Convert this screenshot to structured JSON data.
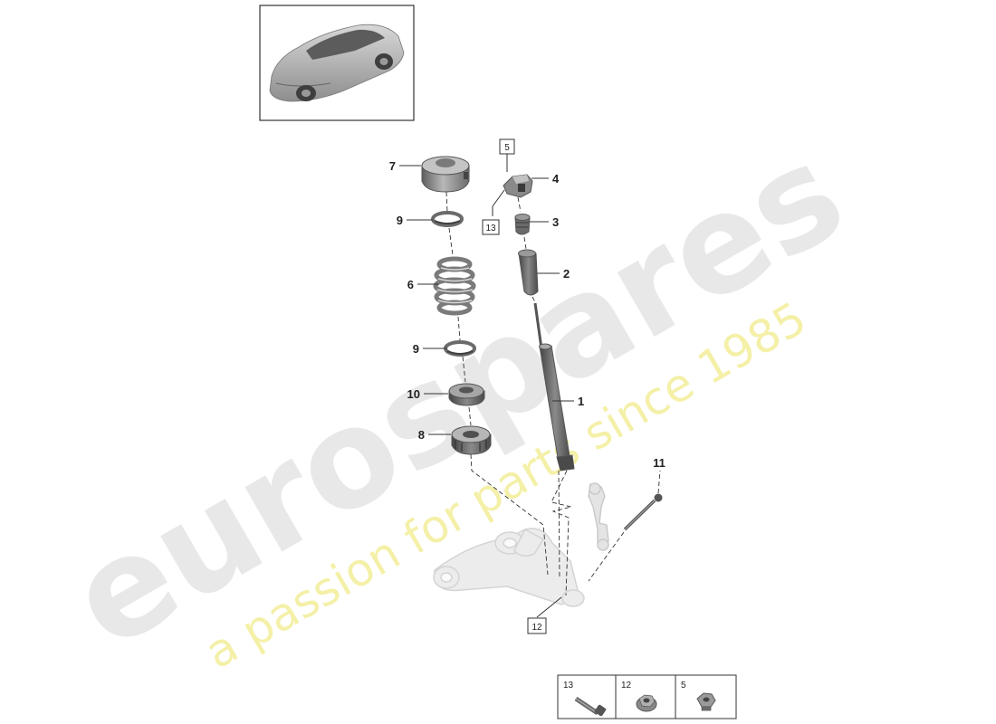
{
  "watermark": {
    "brand": "eurospares",
    "tagline": "a passion for parts since 1985"
  },
  "callouts": {
    "c1": "1",
    "c2": "2",
    "c3": "3",
    "c4": "4",
    "c5": "5",
    "c6": "6",
    "c7": "7",
    "c8": "8",
    "c9a": "9",
    "c9b": "9",
    "c10": "10",
    "c11": "11",
    "c12": "12",
    "c13": "13"
  },
  "legend": {
    "cells": [
      {
        "label": "13",
        "icon": "bolt-icon"
      },
      {
        "label": "12",
        "icon": "flange-nut-icon"
      },
      {
        "label": "5",
        "icon": "hex-nut-icon"
      }
    ]
  },
  "colors": {
    "part_dark": "#6a6a6a",
    "part_mid": "#9a9a9a",
    "part_light": "#cfcfcf",
    "ghost": "#e4e4e4",
    "watermark_text": "#e8e8e8",
    "watermark_tag": "#f4f0a8"
  }
}
